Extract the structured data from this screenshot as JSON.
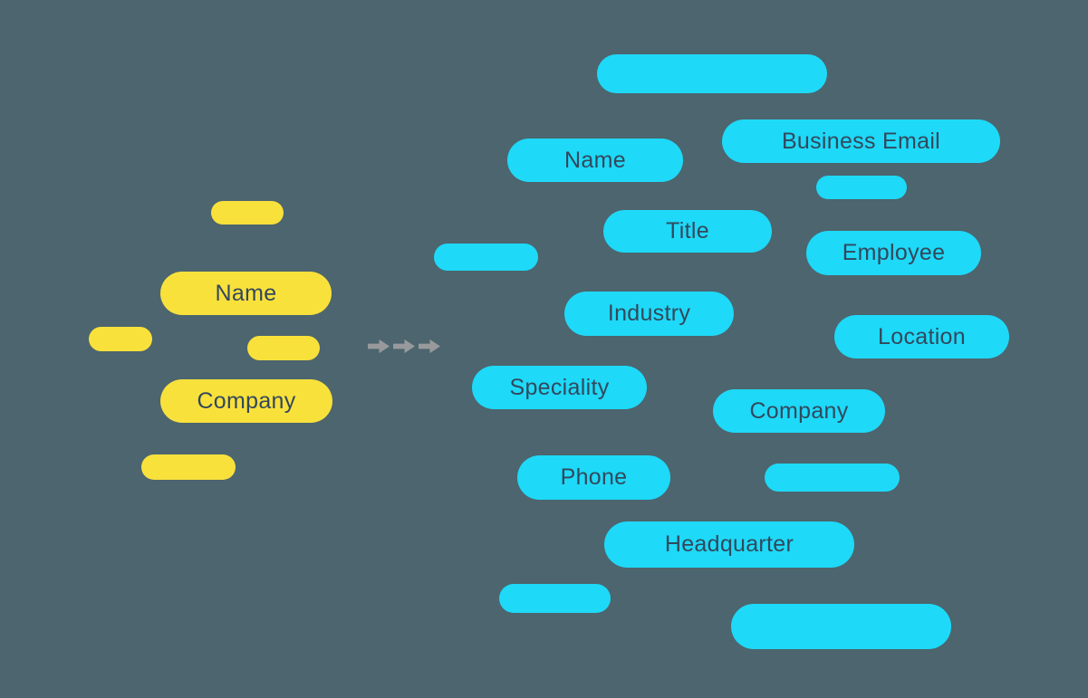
{
  "diagram_title": "lead-enrichment-mapping",
  "colors": {
    "background": "#4C656E",
    "source_pill": "#F9E13C",
    "target_pill": "#1ED9F8",
    "label_text": "#33485C",
    "arrow": "#97999B"
  },
  "source_fields": {
    "name": "Name",
    "company": "Company"
  },
  "arrows": {
    "icon": "right-block-arrow",
    "count": 3
  },
  "target_fields": {
    "name": "Name",
    "business_email": "Business Email",
    "title": "Title",
    "employee": "Employee",
    "industry": "Industry",
    "location": "Location",
    "speciality": "Speciality",
    "company": "Company",
    "phone": "Phone",
    "headquarter": "Headquarter"
  }
}
